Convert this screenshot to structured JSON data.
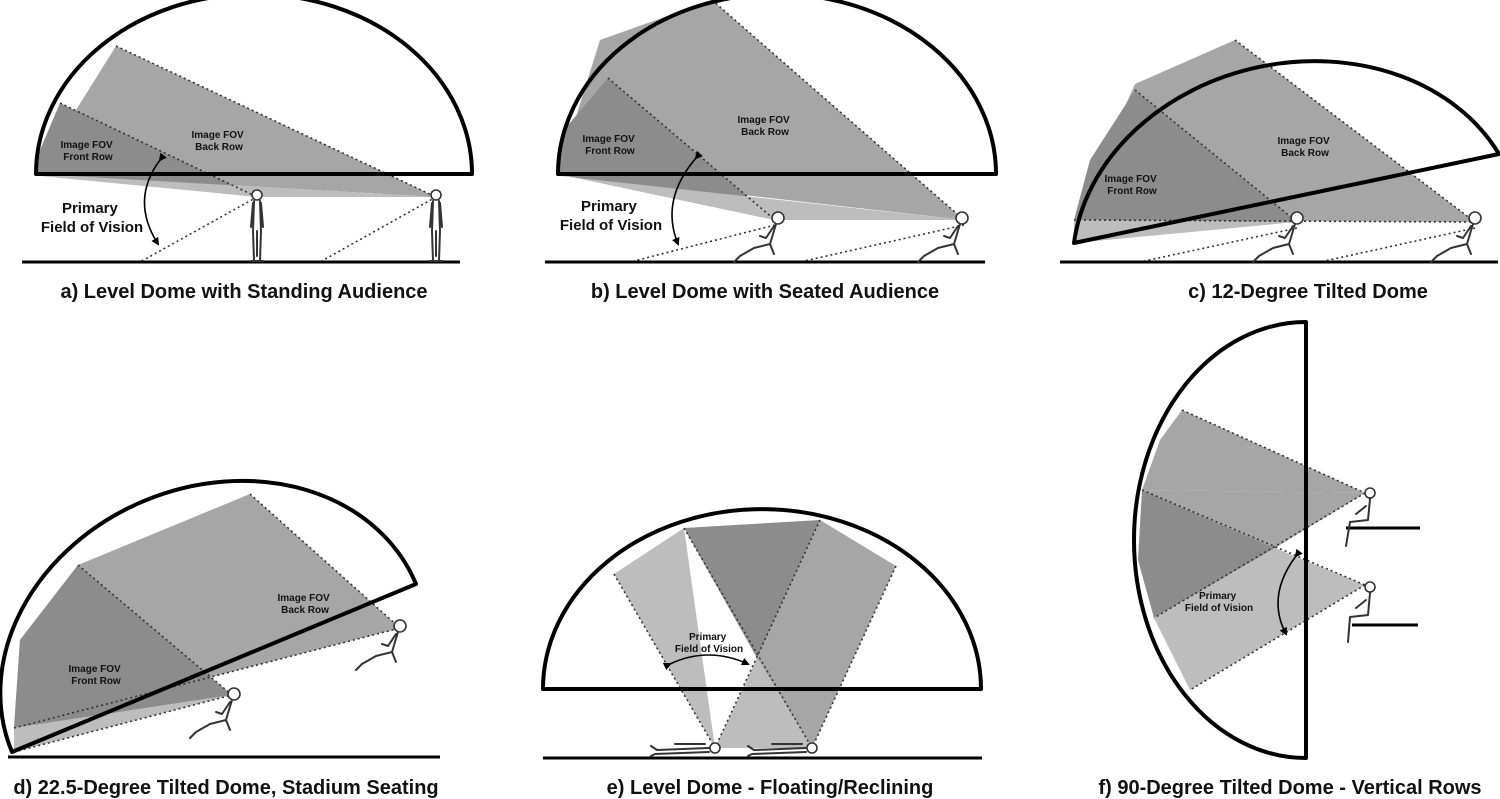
{
  "panels": {
    "a": {
      "caption": "a) Level Dome with Standing Audience",
      "front_row_label": [
        "Image FOV",
        "Front Row"
      ],
      "back_row_label": [
        "Image FOV",
        "Back Row"
      ],
      "pfov_label": [
        "Primary",
        "Field of Vision"
      ]
    },
    "b": {
      "caption": "b) Level Dome with Seated Audience",
      "front_row_label": [
        "Image FOV",
        "Front Row"
      ],
      "back_row_label": [
        "Image FOV",
        "Back Row"
      ],
      "pfov_label": [
        "Primary",
        "Field of Vision"
      ]
    },
    "c": {
      "caption": "c) 12-Degree Tilted Dome",
      "front_row_label": [
        "Image FOV",
        "Front Row"
      ],
      "back_row_label": [
        "Image FOV",
        "Back Row"
      ]
    },
    "d": {
      "caption": "d) 22.5-Degree Tilted Dome, Stadium Seating",
      "front_row_label": [
        "Image FOV",
        "Front Row"
      ],
      "back_row_label": [
        "Image FOV",
        "Back Row"
      ]
    },
    "e": {
      "caption": "e) Level Dome - Floating/Reclining",
      "pfov_label": [
        "Primary",
        "Field of Vision"
      ]
    },
    "f": {
      "caption": "f) 90-Degree Tilted Dome - Vertical Rows",
      "pfov_label": [
        "Primary",
        "Field of Vision"
      ]
    }
  },
  "colors": {
    "fov_light": "#bdbdbd",
    "fov_mid": "#a6a6a6",
    "fov_dark": "#8c8c8c",
    "outline": "#000000"
  }
}
